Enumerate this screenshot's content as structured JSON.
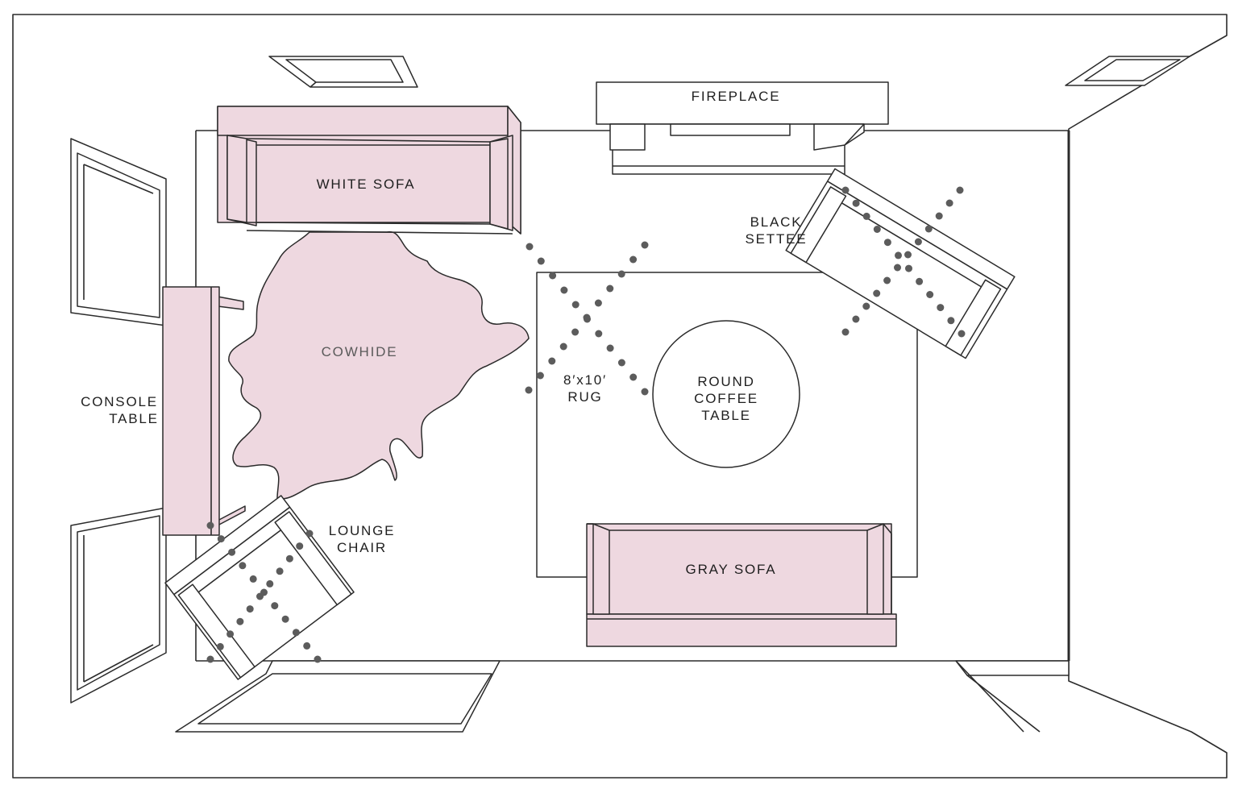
{
  "labels": {
    "fireplace": "FIREPLACE",
    "white_sofa": "WHITE SOFA",
    "black_settee": [
      "BLACK",
      "SETTEE"
    ],
    "cowhide": "COWHIDE",
    "console_table": [
      "CONSOLE",
      "TABLE"
    ],
    "rug": [
      "8′x10′",
      "RUG"
    ],
    "round_coffee_table": [
      "ROUND",
      "COFFEE",
      "TABLE"
    ],
    "lounge_chair": [
      "LOUNGE",
      "CHAIR"
    ],
    "gray_sofa": "GRAY SOFA"
  },
  "colors": {
    "highlight_fill": "#eed8e0",
    "outline": "#2b2b2b",
    "dots": "#5c5c5c"
  }
}
